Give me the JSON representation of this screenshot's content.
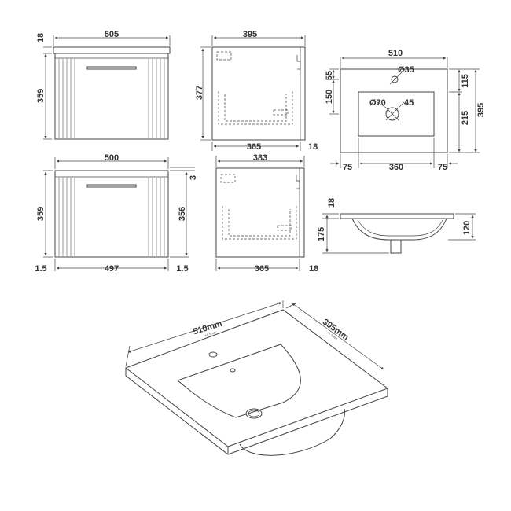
{
  "front_view_top": {
    "width": "505",
    "worktop": "18",
    "height": "359"
  },
  "side_view_top": {
    "width": "395",
    "height": "377",
    "depth": "365",
    "back": "18"
  },
  "plan_view": {
    "width": "510",
    "hole": "Ø35",
    "waste": "Ø70",
    "angle": "45",
    "left_offset": "55",
    "depth_top": "115",
    "bowl_depth": "150",
    "bowl_front": "215",
    "depth": "395",
    "margin_left": "75",
    "bowl_width": "360",
    "margin_right": "75"
  },
  "front_view_bottom": {
    "width": "500",
    "gap": "3",
    "height_left": "359",
    "height_right": "356",
    "side_left": "1.5",
    "inner": "497",
    "side_right": "1.5"
  },
  "side_view_bottom": {
    "width": "383",
    "depth": "365",
    "back": "18"
  },
  "basin_section": {
    "lip": "18",
    "overall": "175",
    "bowl": "120"
  },
  "iso_view": {
    "width": "510mm",
    "width_tol": "+/- 5mm",
    "depth": "395mm",
    "depth_tol": "+/- 5mm"
  }
}
